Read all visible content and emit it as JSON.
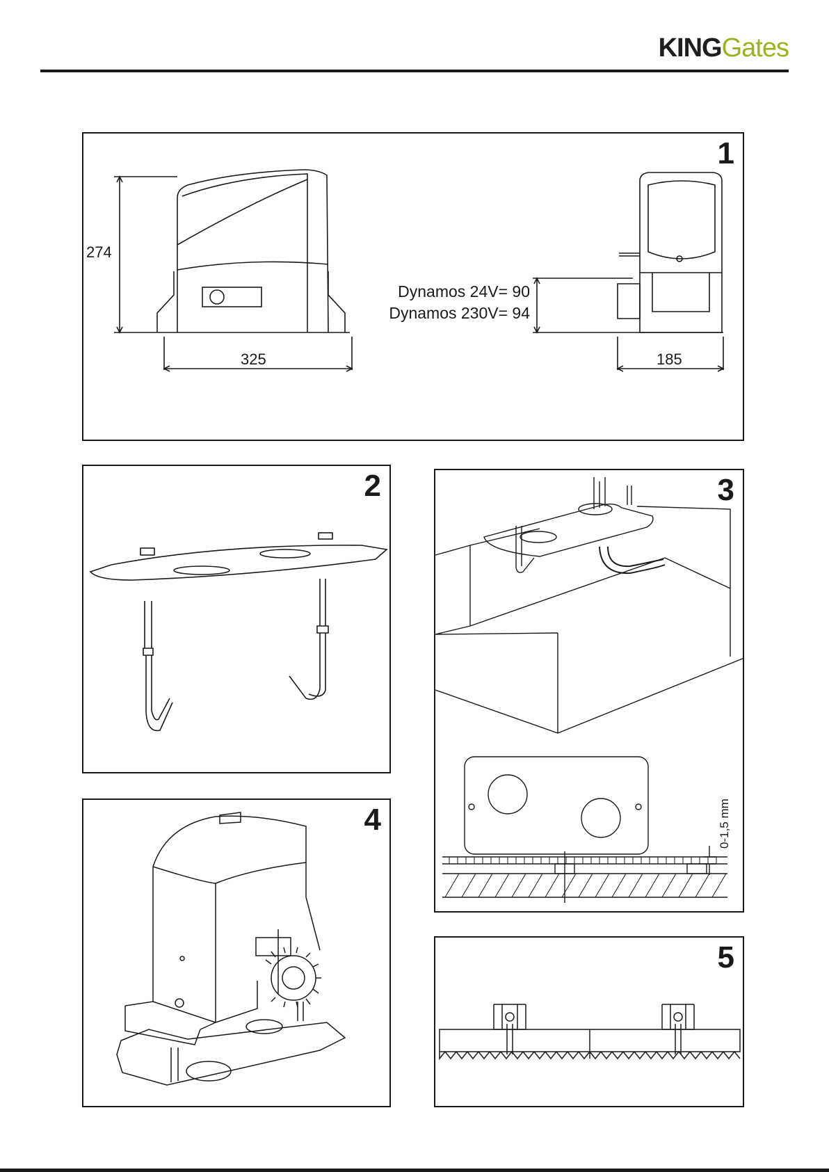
{
  "header": {
    "logo_king": "KING",
    "logo_gates": "Gates",
    "brand_dark": "#1e1e1e",
    "brand_green": "#9cb31f"
  },
  "panels": [
    {
      "number": "1",
      "dimensions": {
        "height": "274",
        "width": "325",
        "depth": "185",
        "dynamos_24v": "Dynamos 24V= 90",
        "dynamos_230v": "Dynamos 230V= 94"
      }
    },
    {
      "number": "2"
    },
    {
      "number": "3",
      "gap_label": "0-1,5 mm"
    },
    {
      "number": "4"
    },
    {
      "number": "5"
    }
  ]
}
